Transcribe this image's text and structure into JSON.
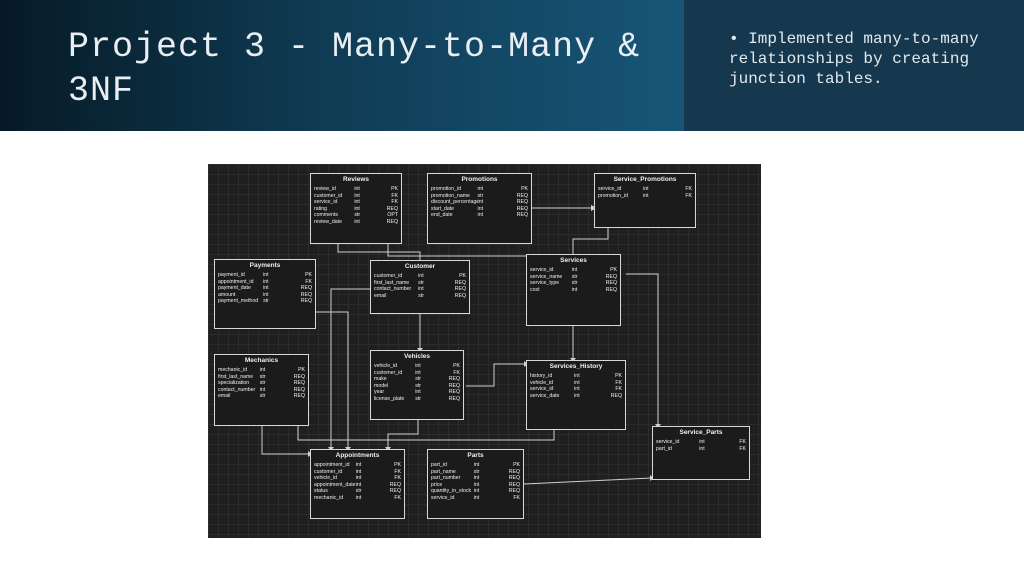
{
  "slide": {
    "title": "Project 3 - Many-to-Many & 3NF",
    "bullet": "• Implemented many-to-many relationships by creating junction tables."
  },
  "entities": [
    {
      "id": "reviews",
      "name": "Reviews",
      "fields": [
        [
          "review_id",
          "int",
          "PK"
        ],
        [
          "customer_id",
          "int",
          "FK"
        ],
        [
          "service_id",
          "int",
          "FK"
        ],
        [
          "rating",
          "int",
          "REQ"
        ],
        [
          "comments",
          "str",
          "OPT"
        ],
        [
          "review_date",
          "int",
          "REQ"
        ]
      ]
    },
    {
      "id": "promotions",
      "name": "Promotions",
      "fields": [
        [
          "promotion_id",
          "int",
          "PK"
        ],
        [
          "promotion_name",
          "str",
          "REQ"
        ],
        [
          "discount_percentage",
          "int",
          "REQ"
        ],
        [
          "start_date",
          "int",
          "REQ"
        ],
        [
          "end_date",
          "int",
          "REQ"
        ]
      ]
    },
    {
      "id": "service_promotions",
      "name": "Service_Promotions",
      "fields": [
        [
          "service_id",
          "int",
          "FK"
        ],
        [
          "promotion_id",
          "int",
          "FK"
        ]
      ]
    },
    {
      "id": "payments",
      "name": "Payments",
      "fields": [
        [
          "payment_id",
          "int",
          "PK"
        ],
        [
          "appointment_id",
          "int",
          "FK"
        ],
        [
          "payment_date",
          "int",
          "REQ"
        ],
        [
          "amount",
          "int",
          "REQ"
        ],
        [
          "payment_method",
          "str",
          "REQ"
        ]
      ]
    },
    {
      "id": "customer",
      "name": "Customer",
      "fields": [
        [
          "customer_id",
          "int",
          "PK"
        ],
        [
          "first_last_name",
          "str",
          "REQ"
        ],
        [
          "contact_number",
          "int",
          "REQ"
        ],
        [
          "email",
          "str",
          "REQ"
        ]
      ]
    },
    {
      "id": "services",
      "name": "Services",
      "fields": [
        [
          "service_id",
          "int",
          "PK"
        ],
        [
          "service_name",
          "str",
          "REQ"
        ],
        [
          "service_type",
          "str",
          "REQ"
        ],
        [
          "cost",
          "int",
          "REQ"
        ]
      ]
    },
    {
      "id": "mechanics",
      "name": "Mechanics",
      "fields": [
        [
          "mechanic_id",
          "int",
          "PK"
        ],
        [
          "first_last_name",
          "str",
          "REQ"
        ],
        [
          "specialization",
          "str",
          "REQ"
        ],
        [
          "contact_number",
          "int",
          "REQ"
        ],
        [
          "email",
          "str",
          "REQ"
        ]
      ]
    },
    {
      "id": "vehicles",
      "name": "Vehicles",
      "fields": [
        [
          "vehicle_id",
          "int",
          "PK"
        ],
        [
          "customer_id",
          "int",
          "FK"
        ],
        [
          "make",
          "str",
          "REQ"
        ],
        [
          "model",
          "str",
          "REQ"
        ],
        [
          "year",
          "int",
          "REQ"
        ],
        [
          "license_plate",
          "str",
          "REQ"
        ]
      ]
    },
    {
      "id": "services_history",
      "name": "Services_History",
      "fields": [
        [
          "history_id",
          "int",
          "PK"
        ],
        [
          "vehicle_id",
          "int",
          "FK"
        ],
        [
          "service_id",
          "int",
          "FK"
        ],
        [
          "service_date",
          "int",
          "REQ"
        ]
      ]
    },
    {
      "id": "service_parts",
      "name": "Service_Parts",
      "fields": [
        [
          "service_id",
          "int",
          "FK"
        ],
        [
          "part_id",
          "int",
          "FK"
        ]
      ]
    },
    {
      "id": "appointments",
      "name": "Appointments",
      "fields": [
        [
          "appointment_id",
          "int",
          "PK"
        ],
        [
          "customer_id",
          "int",
          "FK"
        ],
        [
          "vehicle_id",
          "int",
          "FK"
        ],
        [
          "appointment_date",
          "int",
          "REQ"
        ],
        [
          "status",
          "str",
          "REQ"
        ],
        [
          "mechanic_id",
          "int",
          "FK"
        ]
      ]
    },
    {
      "id": "parts",
      "name": "Parts",
      "fields": [
        [
          "part_id",
          "int",
          "PK"
        ],
        [
          "part_name",
          "str",
          "REQ"
        ],
        [
          "part_number",
          "int",
          "REQ"
        ],
        [
          "price",
          "int",
          "REQ"
        ],
        [
          "quantity_in_stock",
          "int",
          "REQ"
        ],
        [
          "service_id",
          "int",
          "FK"
        ]
      ]
    }
  ],
  "colors": {
    "diagram_bg": "#1f1f1f",
    "line": "#cfcfcf",
    "header_bg": "#0f3a52"
  }
}
